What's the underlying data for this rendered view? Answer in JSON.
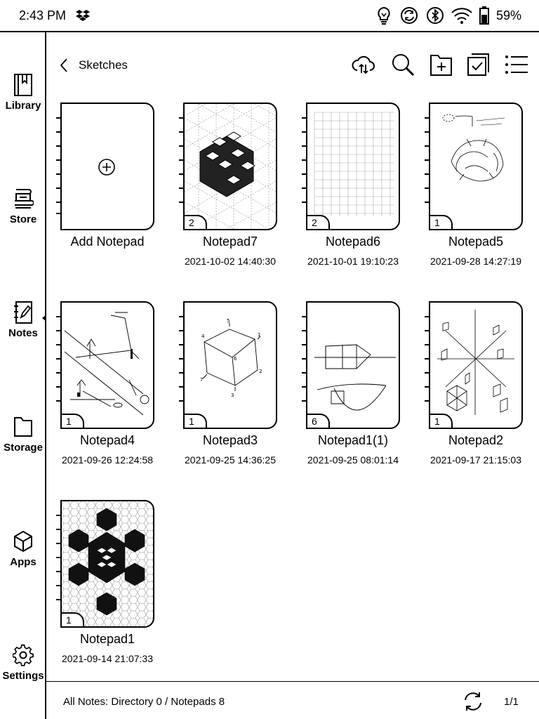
{
  "status": {
    "time": "2:43 PM",
    "battery_percent": "59%",
    "battery_level": 0.59,
    "icons": [
      "dropbox-icon",
      "bulb-icon",
      "sync-status-icon",
      "bluetooth-icon",
      "wifi-icon",
      "battery-icon"
    ]
  },
  "sidebar": {
    "items": [
      {
        "label": "Library",
        "icon": "book-icon"
      },
      {
        "label": "Store",
        "icon": "store-icon"
      },
      {
        "label": "Notes",
        "icon": "notes-icon",
        "active": true
      },
      {
        "label": "Storage",
        "icon": "folder-icon"
      },
      {
        "label": "Apps",
        "icon": "cube-icon"
      },
      {
        "label": "Settings",
        "icon": "gear-icon"
      }
    ]
  },
  "header": {
    "title": "Sketches",
    "tools": [
      "cloud-sync-icon",
      "search-icon",
      "new-folder-icon",
      "multi-select-icon",
      "list-view-icon"
    ]
  },
  "notepads": [
    {
      "name": "Add Notepad",
      "date": "",
      "pages": ""
    },
    {
      "name": "Notepad7",
      "date": "2021-10-02 14:40:30",
      "pages": "2"
    },
    {
      "name": "Notepad6",
      "date": "2021-10-01 19:10:23",
      "pages": "2"
    },
    {
      "name": "Notepad5",
      "date": "2021-09-28 14:27:19",
      "pages": "1"
    },
    {
      "name": "Notepad4",
      "date": "2021-09-26 12:24:58",
      "pages": "1"
    },
    {
      "name": "Notepad3",
      "date": "2021-09-25 14:36:25",
      "pages": "1"
    },
    {
      "name": "Notepad1(1)",
      "date": "2021-09-25 08:01:14",
      "pages": "6"
    },
    {
      "name": "Notepad2",
      "date": "2021-09-17 21:15:03",
      "pages": "1"
    },
    {
      "name": "Notepad1",
      "date": "2021-09-14 21:07:33",
      "pages": "1"
    }
  ],
  "footer": {
    "summary": "All Notes: Directory 0 / Notepads 8",
    "page": "1/1"
  }
}
